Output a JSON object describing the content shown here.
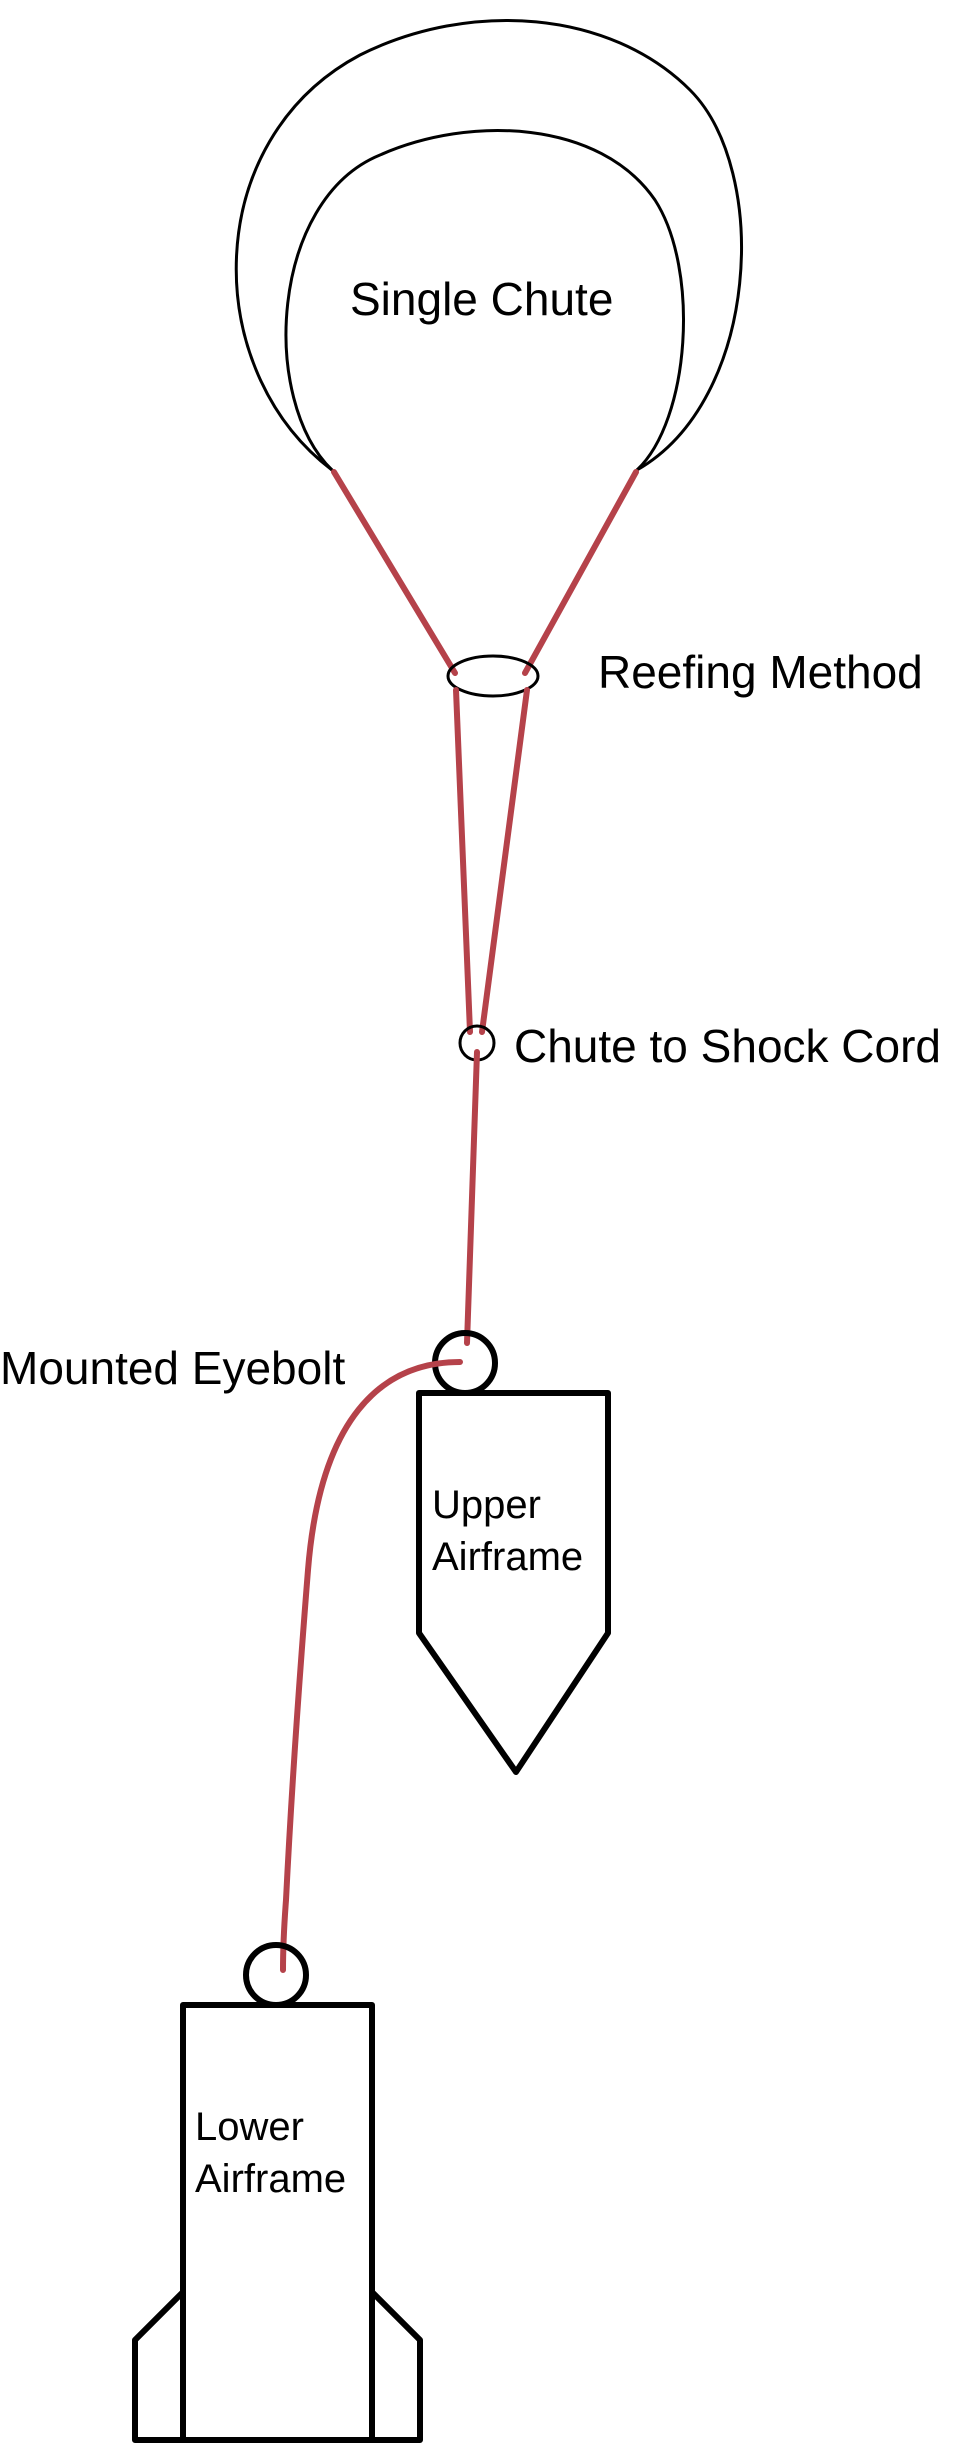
{
  "labels": {
    "single_chute": "Single Chute",
    "reefing_method": "Reefing Method",
    "chute_to_shock_cord": "Chute to Shock Cord",
    "mounted_eyebolt": "Mounted Eyebolt",
    "upper_airframe_line1": "Upper",
    "upper_airframe_line2": "Airframe",
    "lower_airframe_line1": "Lower",
    "lower_airframe_line2": "Airframe"
  },
  "colors": {
    "cord": "#b5424a",
    "outline": "#000000",
    "background": "#ffffff"
  }
}
